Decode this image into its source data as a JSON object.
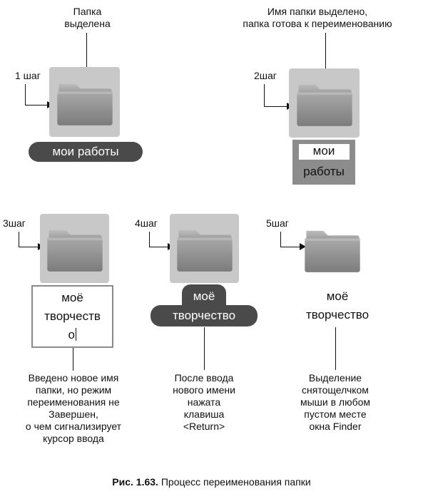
{
  "steps": [
    {
      "step_label": "1 шаг",
      "top_note": "Папка\nвыделена",
      "folder_label": "мои работы"
    },
    {
      "step_label": "2шаг",
      "top_note": "Имя папки выделено,\nпапка готова к переименованию",
      "folder_label_lines": [
        "мои",
        "работы"
      ]
    },
    {
      "step_label": "3шаг",
      "folder_label_lines": [
        "моё",
        "творчеств",
        "о"
      ],
      "bottom_note": "Введено новое имя\nпапки, но режим\nпереименования не\nЗавершен,\nо чем сигнализирует\nкурсор ввода"
    },
    {
      "step_label": "4шаг",
      "folder_label_lines": [
        "моё",
        "творчество"
      ],
      "bottom_note": "После ввода\nнового имени\nнажата\nклавиша\n<Return>"
    },
    {
      "step_label": "5шаг",
      "folder_label_lines": [
        "моё",
        "творчество"
      ],
      "bottom_note": "Выделение\nснятощелчком\nмыши в любом\nпустом месте\nокна Finder"
    }
  ],
  "caption": {
    "prefix": "Рис. 1.63.",
    "text": " Процесс переименования папки"
  },
  "colors": {
    "selection_bg": "#c8c8c8",
    "label_selected": "#4a4a4a",
    "folder": "#8e8e8e"
  },
  "icons": [
    "folder-icon"
  ]
}
